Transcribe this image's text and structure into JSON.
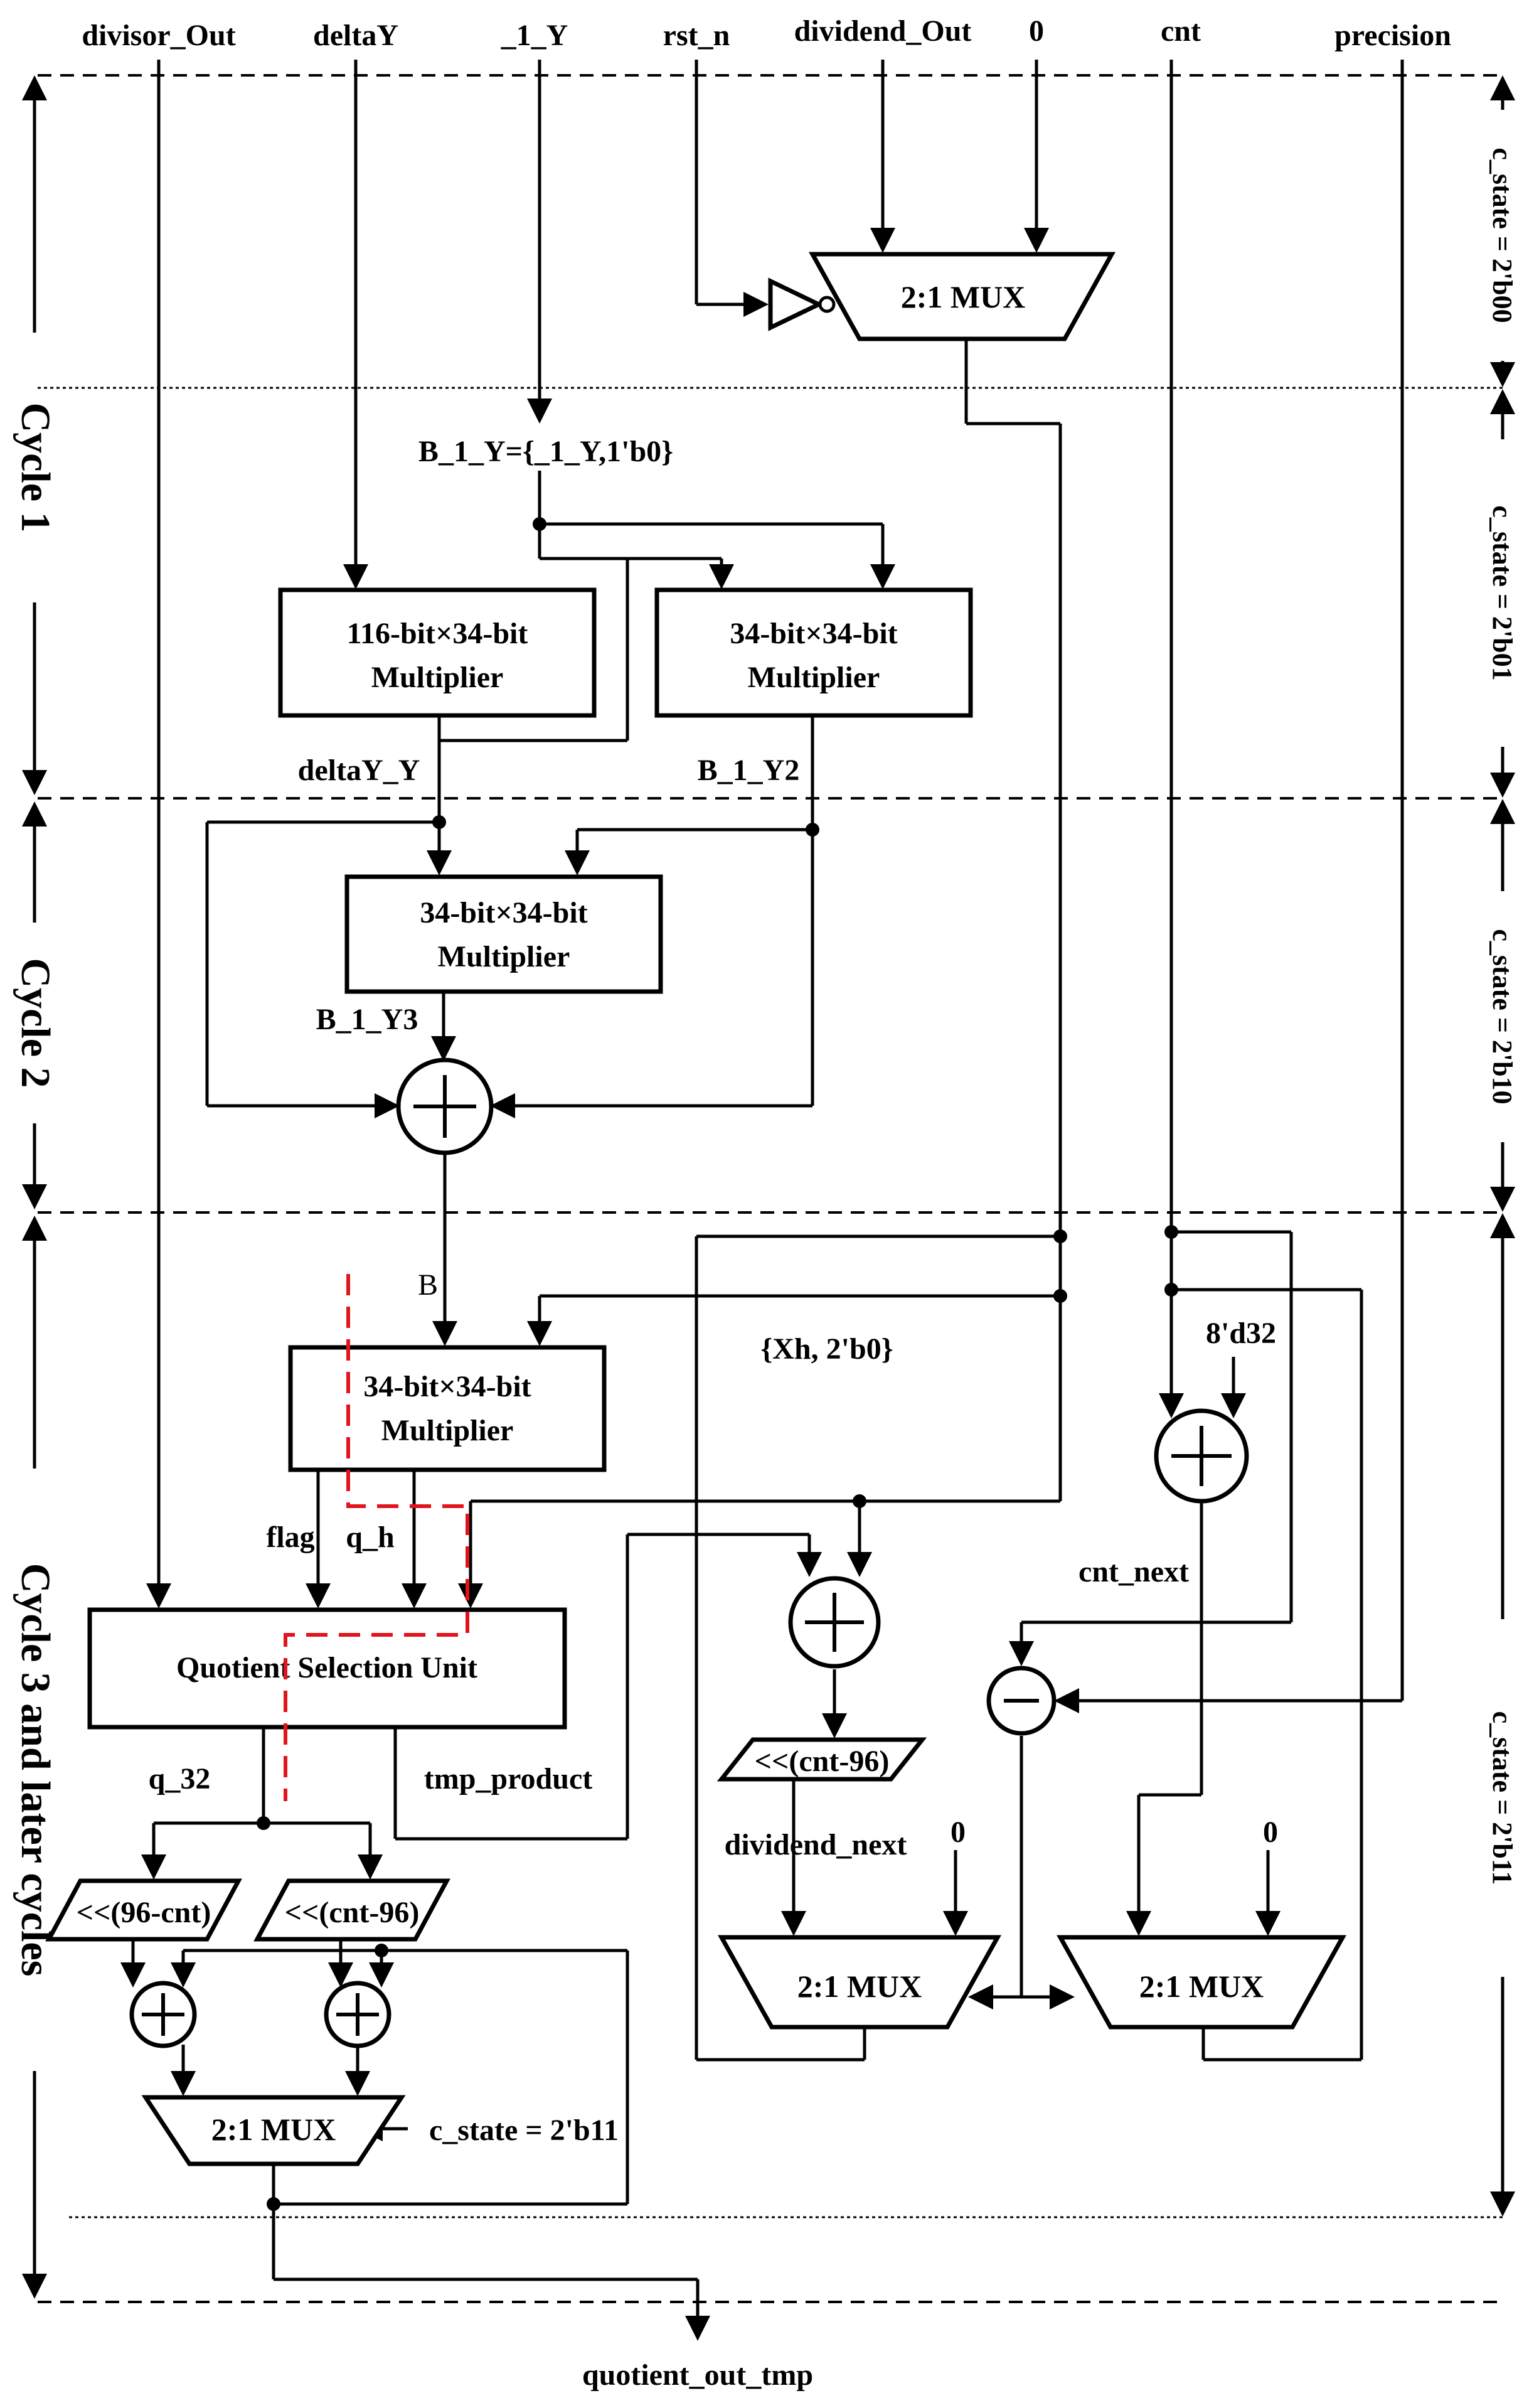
{
  "inputs": {
    "divisor_out": "divisor_Out",
    "delta_y": "deltaY",
    "one_y": "_1_Y",
    "rst_n": "rst_n",
    "dividend_out": "dividend_Out",
    "zero": "0",
    "cnt": "cnt",
    "precision": "precision"
  },
  "blocks": {
    "mux_top": "2:1 MUX",
    "mult_116": [
      "116-bit×34-bit",
      "Multiplier"
    ],
    "mult_34_a": [
      "34-bit×34-bit",
      "Multiplier"
    ],
    "mult_34_b": [
      "34-bit×34-bit",
      "Multiplier"
    ],
    "mult_34_c": [
      "34-bit×34-bit",
      "Multiplier"
    ],
    "qsu": "Quotient Selection Unit",
    "shift_96_cnt": "<<(96-cnt)",
    "shift_cnt_96_left": "<<(cnt-96)",
    "shift_cnt_96_right": "<<(cnt-96)",
    "mux_out": "2:1 MUX",
    "mux_dividend": "2:1 MUX",
    "mux_cnt": "2:1 MUX"
  },
  "signals": {
    "b_1_y_def": "B_1_Y={_1_Y,1'b0}",
    "delta_y_y": "deltaY_Y",
    "b_1_y2": "B_1_Y2",
    "b_1_y3": "B_1_Y3",
    "b": "B",
    "xh": "{Xh, 2'b0}",
    "d32": "8'd32",
    "flag": "flag",
    "q_h": "q_h",
    "cnt_next": "cnt_next",
    "q_32": "q_32",
    "tmp_product": "tmp_product",
    "dividend_next": "dividend_next",
    "zero_a": "0",
    "zero_b": "0",
    "c_state_sel": "c_state = 2'b11",
    "output": "quotient_out_tmp"
  },
  "states": {
    "s00": "c_state = 2'b00",
    "s01": "c_state = 2'b01",
    "s10": "c_state = 2'b10",
    "s11": "c_state = 2'b11"
  },
  "cycles": {
    "c1": "Cycle 1",
    "c2": "Cycle 2",
    "c3": "Cycle 3 and later cycles"
  }
}
